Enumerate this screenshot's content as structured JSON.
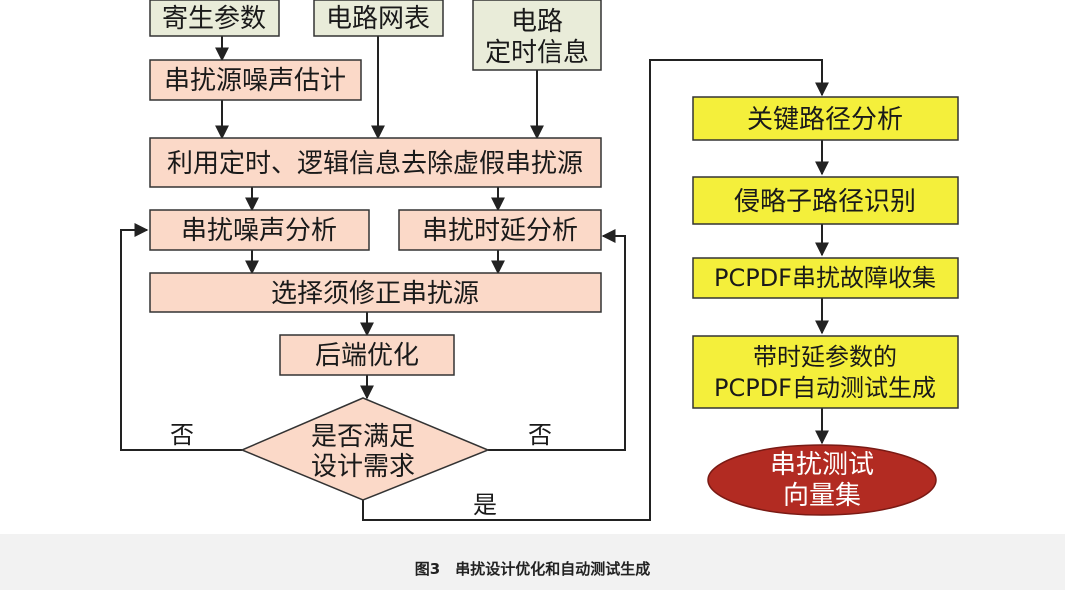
{
  "colors": {
    "input_box": "#e9ecd9",
    "process_box": "#fbd9c8",
    "yellow_box": "#f4ef3b",
    "end_ellipse": "#b22b22",
    "line": "#222222",
    "caption_bg": "#f2f2f2"
  },
  "left": {
    "inputs": {
      "parasitic": "寄生参数",
      "netlist": "电路网表",
      "timing_line1": "电路",
      "timing_line2": "定时信息"
    },
    "noise_estimate": "串扰源噪声估计",
    "remove_false": "利用定时、逻辑信息去除虚假串扰源",
    "noise_analysis": "串扰噪声分析",
    "delay_analysis": "串扰时延分析",
    "select_fix": "选择须修正串扰源",
    "backend_opt": "后端优化",
    "decision_line1": "是否满足",
    "decision_line2": "设计需求",
    "no_left": "否",
    "no_right": "否",
    "yes": "是"
  },
  "right": {
    "critical_path": "关键路径分析",
    "aggressor_path": "侵略子路径识别",
    "fault_collect": "PCPDF串扰故障收集",
    "auto_test_line1": "带时延参数的",
    "auto_test_line2": "PCPDF自动测试生成",
    "vectors_line1": "串扰测试",
    "vectors_line2": "向量集"
  },
  "caption": "图3　串扰设计优化和自动测试生成"
}
